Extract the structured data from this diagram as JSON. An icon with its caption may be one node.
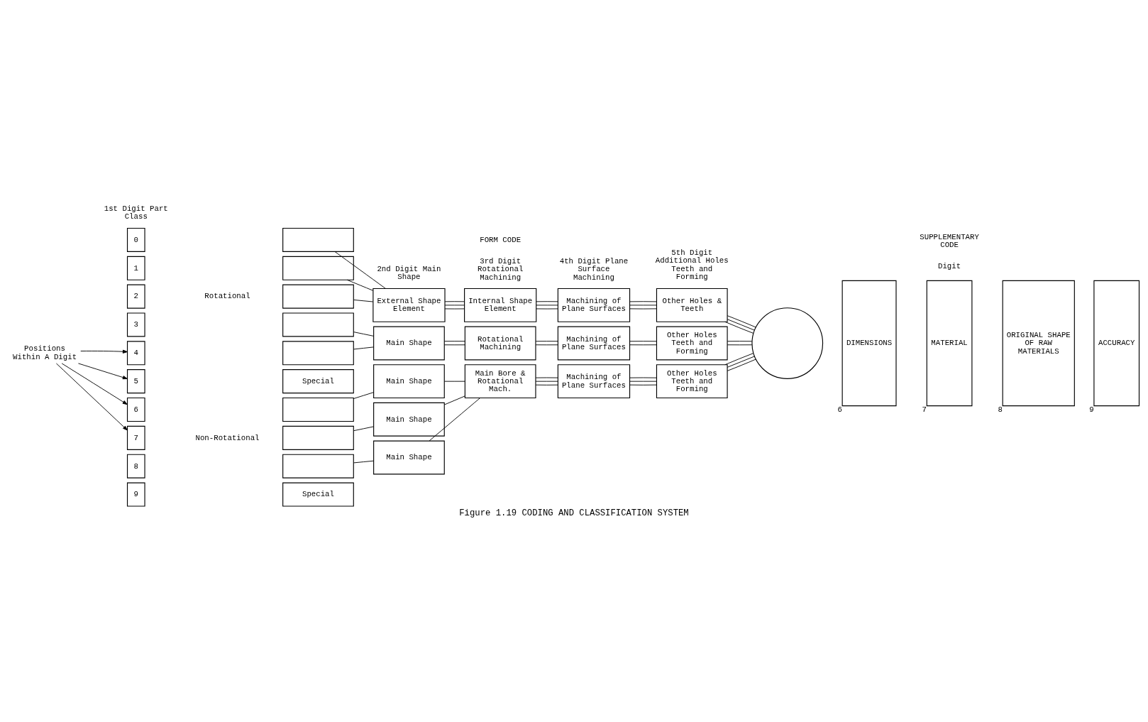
{
  "diagram": {
    "caption": "Figure 1.19 CODING AND CLASSIFICATION SYSTEM",
    "nodes": [
      {
        "text": [
          "0"
        ]
      },
      {
        "text": [
          "1"
        ]
      },
      {
        "text": [
          "2"
        ]
      },
      {
        "text": [
          "3"
        ]
      },
      {
        "text": [
          "4"
        ]
      },
      {
        "text": [
          "5"
        ]
      },
      {
        "text": [
          "6"
        ]
      },
      {
        "text": [
          "7"
        ]
      },
      {
        "text": [
          "8"
        ]
      },
      {
        "text": [
          "9"
        ]
      },
      {
        "text": [],
        "shape": "box"
      },
      {
        "text": [],
        "shape": "box"
      },
      {
        "text": [],
        "shape": "box"
      },
      {
        "text": [],
        "shape": "box"
      },
      {
        "text": [],
        "shape": "box"
      },
      {
        "text": [
          "Special"
        ]
      },
      {
        "text": [],
        "shape": "box"
      },
      {
        "text": [],
        "shape": "box"
      },
      {
        "text": [],
        "shape": "box"
      },
      {
        "text": [
          "Special"
        ]
      },
      {
        "text": [
          "External Shape Element"
        ]
      },
      {
        "text": [
          "Main Shape"
        ]
      },
      {
        "text": [
          "Main Shape"
        ]
      },
      {
        "text": [
          "Main Shape"
        ]
      },
      {
        "text": [
          "Main Shape"
        ]
      },
      {
        "text": [
          "Internal Shape Element"
        ]
      },
      {
        "text": [
          "Rotational Machining"
        ]
      },
      {
        "text": [
          "Main Bore & Rotational Mach."
        ]
      },
      {
        "text": [
          "Machining of Plane Surfaces"
        ]
      },
      {
        "text": [
          "Machining of Plane Surfaces"
        ]
      },
      {
        "text": [
          "Machining of Plane Surfaces"
        ]
      },
      {
        "text": [
          "Other Holes & Teeth"
        ]
      },
      {
        "text": [
          "Other Holes Teeth and Forming"
        ]
      },
      {
        "text": [
          "Other Holes Teeth and Forming"
        ]
      },
      {
        "text": [],
        "shape": "circle"
      },
      {
        "text": [
          "DIMENSIONS"
        ],
        "beside": [
          "6"
        ]
      },
      {
        "text": [
          "MATERIAL"
        ],
        "beside": [
          "7"
        ]
      },
      {
        "text": [
          "ORIGINAL SHAPE OF RAW MATERIALS"
        ],
        "beside": [
          "8"
        ]
      },
      {
        "text": [
          "ACCURACY"
        ],
        "beside": [
          "9"
        ]
      },
      {
        "text": [
          "Positions Within A Digit"
        ]
      }
    ],
    "edges": [
      {
        "from": 10,
        "to": 20,
        "arrow": "none"
      },
      {
        "from": 11,
        "to": 20,
        "arrow": "none"
      },
      {
        "from": 12,
        "to": 20,
        "arrow": "none"
      },
      {
        "from": 13,
        "to": 21,
        "arrow": "none"
      },
      {
        "from": 14,
        "to": 21,
        "arrow": "none"
      },
      {
        "from": 16,
        "to": 22,
        "arrow": "none"
      },
      {
        "from": 17,
        "to": 23,
        "arrow": "none"
      },
      {
        "from": 18,
        "to": 24,
        "arrow": "none"
      },
      {
        "from": 20,
        "to": 25,
        "arrow": "none"
      },
      {
        "from": 20,
        "to": 25,
        "arrow": "none"
      },
      {
        "from": 20,
        "to": 25,
        "arrow": "none"
      },
      {
        "from": 21,
        "to": 26,
        "arrow": "none"
      },
      {
        "from": 21,
        "to": 26,
        "arrow": "none"
      },
      {
        "from": 22,
        "to": 27,
        "arrow": "none"
      },
      {
        "from": 23,
        "to": 27,
        "arrow": "none"
      },
      {
        "from": 24,
        "to": 27,
        "arrow": "none"
      },
      {
        "from": 25,
        "to": 28,
        "arrow": "none"
      },
      {
        "from": 25,
        "to": 28,
        "arrow": "none"
      },
      {
        "from": 25,
        "to": 28,
        "arrow": "none"
      },
      {
        "from": 26,
        "to": 29,
        "arrow": "none"
      },
      {
        "from": 26,
        "to": 29,
        "arrow": "none"
      },
      {
        "from": 27,
        "to": 30,
        "arrow": "none"
      },
      {
        "from": 27,
        "to": 30,
        "arrow": "none"
      },
      {
        "from": 27,
        "to": 30,
        "arrow": "none"
      },
      {
        "from": 28,
        "to": 31,
        "arrow": "none"
      },
      {
        "from": 28,
        "to": 31,
        "arrow": "none"
      },
      {
        "from": 28,
        "to": 31,
        "arrow": "none"
      },
      {
        "from": 29,
        "to": 32,
        "arrow": "none"
      },
      {
        "from": 29,
        "to": 32,
        "arrow": "none"
      },
      {
        "from": 30,
        "to": 33,
        "arrow": "none"
      },
      {
        "from": 30,
        "to": 33,
        "arrow": "none"
      },
      {
        "from": 30,
        "to": 33,
        "arrow": "none"
      },
      {
        "from": 31,
        "to": 34,
        "arrow": "none"
      },
      {
        "from": 31,
        "to": 34,
        "arrow": "none"
      },
      {
        "from": 31,
        "to": 34,
        "arrow": "none"
      },
      {
        "from": 32,
        "to": 34,
        "arrow": "none"
      },
      {
        "from": 32,
        "to": 34,
        "arrow": "none"
      },
      {
        "from": 33,
        "to": 34,
        "arrow": "none"
      },
      {
        "from": 33,
        "to": 34,
        "arrow": "none"
      },
      {
        "from": 33,
        "to": 34,
        "arrow": "none"
      },
      {
        "from": 39,
        "to": 4,
        "arrow": "to"
      },
      {
        "from": 39,
        "to": 5,
        "arrow": "to"
      },
      {
        "from": 39,
        "to": 6,
        "arrow": "to"
      },
      {
        "from": 39,
        "to": 7,
        "arrow": "to"
      }
    ],
    "labels": [
      "SUPPLEMENTARY CODE",
      "FORM CODE",
      "Digit",
      "5th Digit Additional Holes Teeth and Forming",
      "1st Digit Part Class",
      "2nd Digit Main Shape",
      "3rd Digit Rotational Machining",
      "4th Digit Plane Surface Machining",
      "Rotational",
      "Non-Rotational"
    ]
  }
}
